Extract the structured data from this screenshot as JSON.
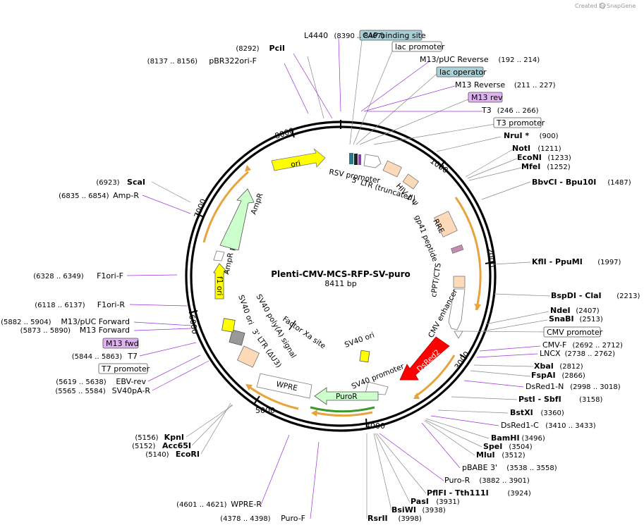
{
  "credit": {
    "text": "Created by",
    "brand": "SnapGene"
  },
  "plasmid": {
    "name": "Plenti-CMV-MCS-RFP-SV-puro",
    "length": "8411 bp"
  },
  "ticks": [
    "1000",
    "2000",
    "3000",
    "4000",
    "5000",
    "6000",
    "7000",
    "8000"
  ],
  "boxed_labels": [
    {
      "text": "CAP binding site",
      "fill": "#a9d0d6"
    },
    {
      "text": "lac promoter",
      "fill": "#ffffff"
    },
    {
      "text": "lac operator",
      "fill": "#a9d0d6"
    },
    {
      "text": "M13 rev",
      "fill": "#dfb3ef"
    },
    {
      "text": "T3 promoter",
      "fill": "#ffffff"
    },
    {
      "text": "CMV promoter",
      "fill": "#ffffff"
    },
    {
      "text": "M13 fwd",
      "fill": "#dfb3ef"
    },
    {
      "text": "T7 promoter",
      "fill": "#ffffff"
    }
  ],
  "site_labels": [
    {
      "text": "PciI",
      "pos": "(8292)",
      "kind": "enzyme"
    },
    {
      "text": "L4440",
      "pos": "(8390 .. 8407)",
      "kind": "primer"
    },
    {
      "text": "pBR322ori-F",
      "pos": "(8137 .. 8156)",
      "kind": "primer"
    },
    {
      "text": "M13/pUC Reverse",
      "pos": "(192 .. 214)",
      "kind": "primer"
    },
    {
      "text": "M13 Reverse",
      "pos": "(211 .. 227)",
      "kind": "primer"
    },
    {
      "text": "T3",
      "pos": "(246 .. 266)",
      "kind": "primer"
    },
    {
      "text": "NruI *",
      "pos": "(900)",
      "kind": "enzyme"
    },
    {
      "text": "NotI",
      "pos": "(1211)",
      "kind": "enzyme"
    },
    {
      "text": "EcoNI",
      "pos": "(1233)",
      "kind": "enzyme"
    },
    {
      "text": "MfeI",
      "pos": "(1252)",
      "kind": "enzyme"
    },
    {
      "text": "BbvCI - Bpu10I",
      "pos": "(1487)",
      "kind": "enzyme"
    },
    {
      "text": "KflI - PpuMI",
      "pos": "(1997)",
      "kind": "enzyme"
    },
    {
      "text": "BspDI - ClaI",
      "pos": "(2213)",
      "kind": "enzyme"
    },
    {
      "text": "NdeI",
      "pos": "(2407)",
      "kind": "enzyme"
    },
    {
      "text": "SnaBI",
      "pos": "(2513)",
      "kind": "enzyme"
    },
    {
      "text": "CMV-F",
      "pos": "(2692 .. 2712)",
      "kind": "primer"
    },
    {
      "text": "LNCX",
      "pos": "(2738 .. 2762)",
      "kind": "primer"
    },
    {
      "text": "XbaI",
      "pos": "(2812)",
      "kind": "enzyme"
    },
    {
      "text": "FspAI",
      "pos": "(2866)",
      "kind": "enzyme"
    },
    {
      "text": "DsRed1-N",
      "pos": "(2998 .. 3018)",
      "kind": "primer"
    },
    {
      "text": "PstI - SbfI",
      "pos": "(3158)",
      "kind": "enzyme"
    },
    {
      "text": "BstXI",
      "pos": "(3360)",
      "kind": "enzyme"
    },
    {
      "text": "DsRed1-C",
      "pos": "(3410 .. 3433)",
      "kind": "primer"
    },
    {
      "text": "BamHI",
      "pos": "(3496)",
      "kind": "enzyme"
    },
    {
      "text": "SpeI",
      "pos": "(3504)",
      "kind": "enzyme"
    },
    {
      "text": "MluI",
      "pos": "(3512)",
      "kind": "enzyme"
    },
    {
      "text": "pBABE 3'",
      "pos": "(3538 .. 3558)",
      "kind": "primer"
    },
    {
      "text": "Puro-R",
      "pos": "(3882 .. 3901)",
      "kind": "primer"
    },
    {
      "text": "PflFI - Tth111I",
      "pos": "(3924)",
      "kind": "enzyme"
    },
    {
      "text": "PasI",
      "pos": "(3931)",
      "kind": "enzyme"
    },
    {
      "text": "BsiWI",
      "pos": "(3938)",
      "kind": "enzyme"
    },
    {
      "text": "RsrII",
      "pos": "(3998)",
      "kind": "enzyme"
    },
    {
      "text": "WPRE-R",
      "pos": "(4601 .. 4621)",
      "kind": "primer"
    },
    {
      "text": "Puro-F",
      "pos": "(4378 .. 4398)",
      "kind": "primer"
    },
    {
      "text": "KpnI",
      "pos": "(5156)",
      "kind": "enzyme"
    },
    {
      "text": "Acc65I",
      "pos": "(5152)",
      "kind": "enzyme"
    },
    {
      "text": "EcoRI",
      "pos": "(5140)",
      "kind": "enzyme"
    },
    {
      "text": "SV40pA-R",
      "pos": "(5565 .. 5584)",
      "kind": "primer"
    },
    {
      "text": "EBV-rev",
      "pos": "(5619 .. 5638)",
      "kind": "primer"
    },
    {
      "text": "T7",
      "pos": "(5844 .. 5863)",
      "kind": "primer"
    },
    {
      "text": "M13 Forward",
      "pos": "(5873 .. 5890)",
      "kind": "primer"
    },
    {
      "text": "M13/pUC Forward",
      "pos": "(5882 .. 5904)",
      "kind": "primer"
    },
    {
      "text": "F1ori-R",
      "pos": "(6118 .. 6137)",
      "kind": "primer"
    },
    {
      "text": "F1ori-F",
      "pos": "(6328 .. 6349)",
      "kind": "primer"
    },
    {
      "text": "Amp-R",
      "pos": "(6835 .. 6854)",
      "kind": "primer"
    },
    {
      "text": "ScaI",
      "pos": "(6923)",
      "kind": "enzyme"
    }
  ],
  "feature_labels": [
    "ori",
    "RSV promoter",
    "5' LTR (truncated)",
    "HIV-1 Ψ",
    "RRE",
    "gp41 peptide",
    "cPPT/CTS",
    "CMV enhancer",
    "DsRed2",
    "SV40 promoter",
    "PuroR",
    "WPRE",
    "3' LTR (ΔU3)",
    "SV40 poly(A) signal",
    "SV40 ori",
    "f1 ori",
    "AmpR promoter",
    "AmpR",
    "Factor Xa site",
    "SV40 ori"
  ],
  "colors": {
    "primer": "#9b30d9",
    "enzyme": "#000000",
    "ori": "#ffff00",
    "dsred": "#ff0000",
    "ampr": "#ccffcc",
    "ltr": "#ffdab9",
    "orf_arc": "#e8a33d",
    "backbone": "#000000"
  }
}
